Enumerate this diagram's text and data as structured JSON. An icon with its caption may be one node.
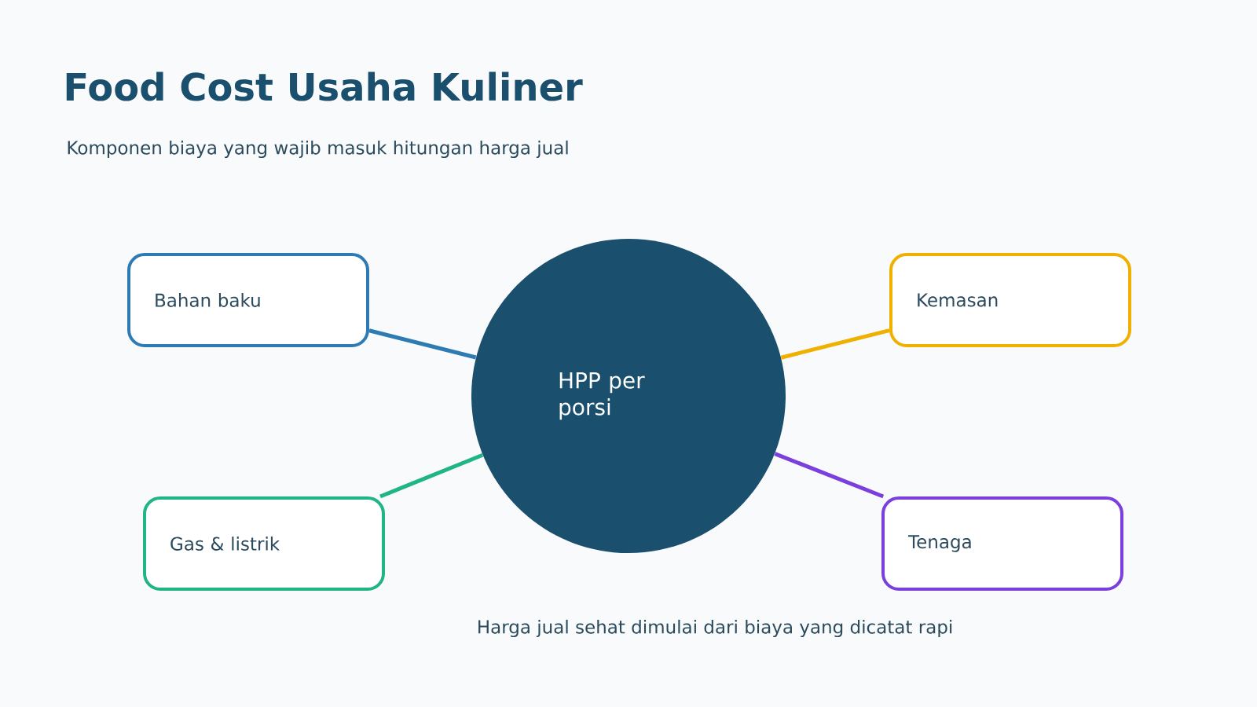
{
  "diagram": {
    "title": "Food Cost Usaha Kuliner",
    "caption": "Harga jual sehat dimulai dari biaya yang dicatat rapi",
    "nodes": [
      {
        "text": [
          "HPP per porsi"
        ]
      },
      {
        "text": [
          "Bahan baku"
        ]
      },
      {
        "text": [
          "Kemasan"
        ]
      },
      {
        "text": [
          "Gas & listrik"
        ]
      },
      {
        "text": [
          "Tenaga"
        ]
      }
    ],
    "edges": [
      {
        "from": 1,
        "to": 0,
        "arrow": "none",
        "color": "#2e7bb4"
      },
      {
        "from": 2,
        "to": 0,
        "arrow": "none",
        "color": "#f0b000"
      },
      {
        "from": 3,
        "to": 0,
        "arrow": "none",
        "color": "#1fb585"
      },
      {
        "from": 4,
        "to": 0,
        "arrow": "none",
        "color": "#7a3fdc"
      }
    ],
    "labels": [
      "Komponen biaya yang wajib masuk hitungan harga jual"
    ]
  }
}
